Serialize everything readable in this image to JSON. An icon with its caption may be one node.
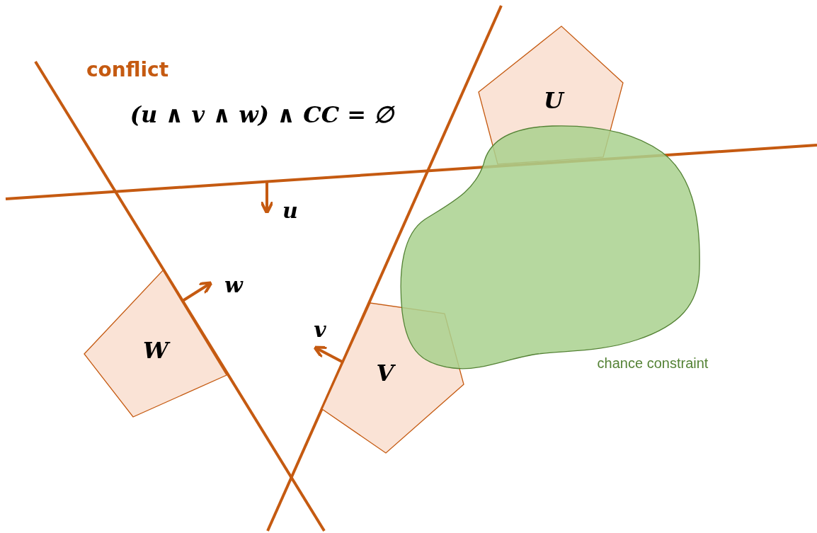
{
  "diagram": {
    "nodes": [
      {
        "text": [
          "U"
        ]
      },
      {
        "text": [
          "chance constraint"
        ]
      },
      {
        "text": [
          "W"
        ]
      },
      {
        "text": [
          "V"
        ]
      }
    ],
    "edges": [],
    "labels": [
      "conflict",
      "(u ∧ v ∧ w) ∧ CC = ∅",
      "u",
      "w",
      "v"
    ]
  }
}
